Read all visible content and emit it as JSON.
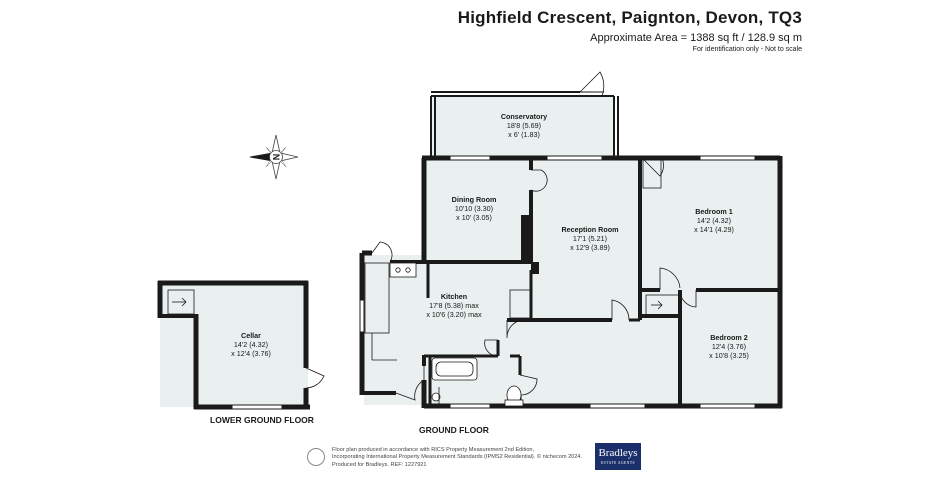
{
  "header": {
    "title": "Highfield Crescent, Paignton, Devon, TQ3",
    "area": "Approximate Area = 1388 sq ft / 128.9 sq m",
    "note": "For identification only - Not to scale"
  },
  "rooms": {
    "conservatory": {
      "name": "Conservatory",
      "dim1": "18'8 (5.69)",
      "dim2": "x 6' (1.83)"
    },
    "dining": {
      "name": "Dining Room",
      "dim1": "10'10 (3.30)",
      "dim2": "x 10' (3.05)"
    },
    "reception": {
      "name": "Reception Room",
      "dim1": "17'1 (5.21)",
      "dim2": "x 12'9 (3.89)"
    },
    "bedroom1": {
      "name": "Bedroom 1",
      "dim1": "14'2 (4.32)",
      "dim2": "x 14'1 (4.29)"
    },
    "kitchen": {
      "name": "Kitchen",
      "dim1": "17'8 (5.38) max",
      "dim2": "x 10'6 (3.20) max"
    },
    "bedroom2": {
      "name": "Bedroom 2",
      "dim1": "12'4 (3.76)",
      "dim2": "x 10'8 (3.25)"
    },
    "cellar": {
      "name": "Cellar",
      "dim1": "14'2 (4.32)",
      "dim2": "x 12'4 (3.76)"
    }
  },
  "floors": {
    "lower": "LOWER GROUND FLOOR",
    "ground": "GROUND FLOOR"
  },
  "compass": {
    "letter": "N"
  },
  "footer": {
    "line1": "Floor plan produced in accordance with RICS Property Measurement 2nd Edition,",
    "line2": "Incorporating International Property Measurement Standards (IPMS2 Residential). © nichecom 2024.",
    "line3": "Produced for Bradleys.   REF: 1227921"
  },
  "logo": {
    "name": "Bradleys",
    "tagline": "ESTATE AGENTS"
  },
  "colors": {
    "room_fill": "#e9f0ef",
    "wall": "#1a1a1a",
    "logo_bg": "#1b2f6b"
  }
}
